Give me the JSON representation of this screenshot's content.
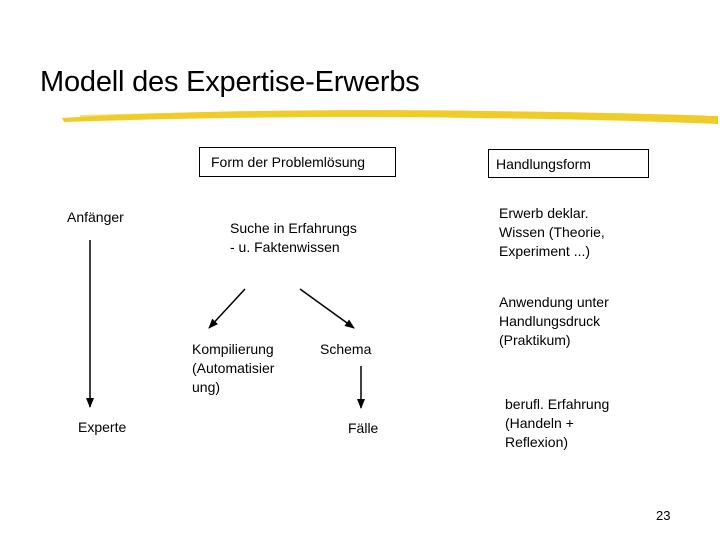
{
  "slide": {
    "title": "Modell des Expertise-Erwerbs",
    "page_number": "23",
    "accent_color": "#f0cc28"
  },
  "headers": {
    "problem_form": "Form der Problemlösung",
    "action_form": "Handlungsform"
  },
  "axis": {
    "start": "Anfänger",
    "end": "Experte"
  },
  "problem_solving": {
    "search": "Suche in Erfahrungs\n- u. Faktenwissen",
    "compilation": "Kompilierung\n(Automatisier\nung)",
    "schema": "Schema",
    "cases": "Fälle"
  },
  "action_forms": {
    "declarative": "Erwerb deklar.\nWissen (Theorie,\nExperiment ...)",
    "applied": "Anwendung unter\nHandlungsdruck\n(Praktikum)",
    "professional": "berufl. Erfahrung\n(Handeln +\nReflexion)"
  }
}
